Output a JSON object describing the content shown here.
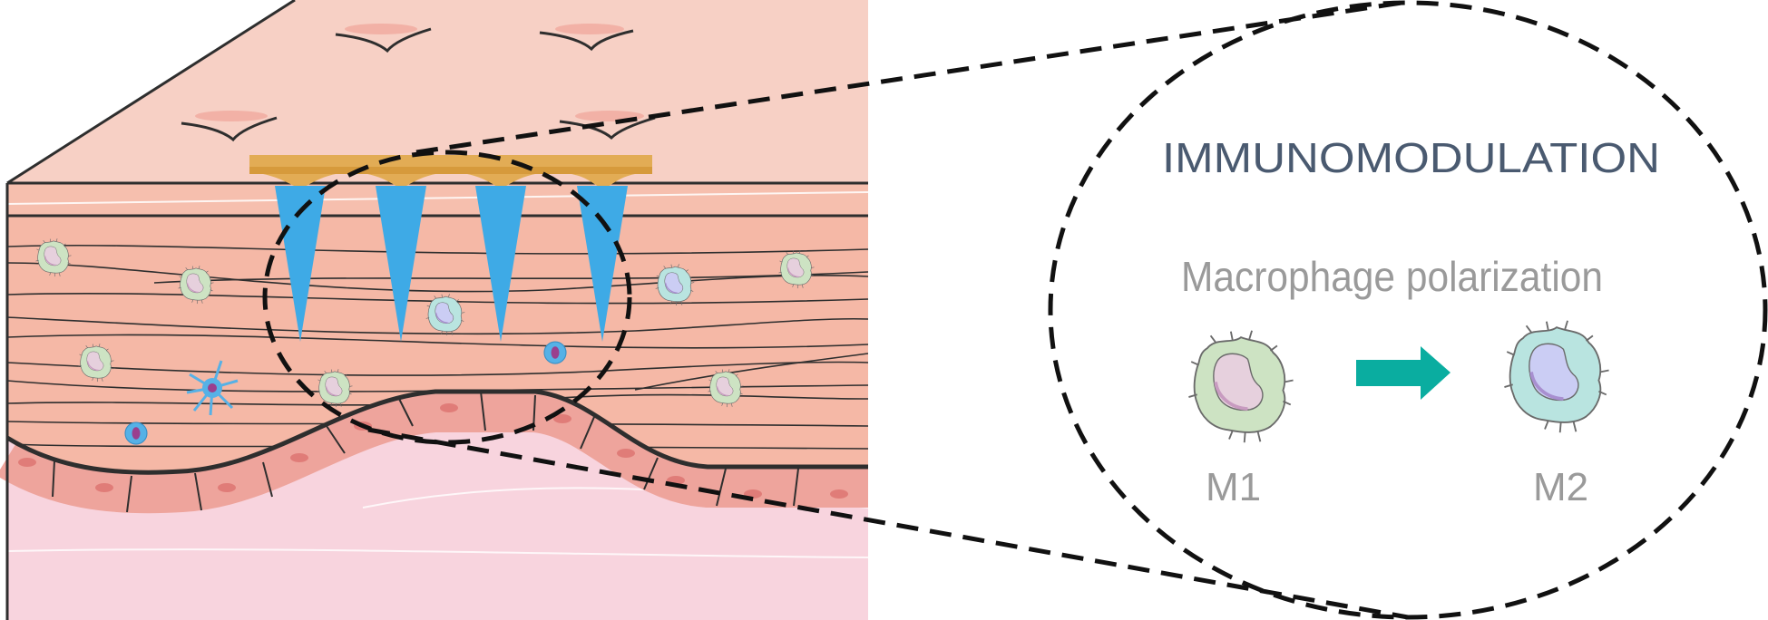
{
  "panel": {
    "title": "IMMUNOMODULATION",
    "subtitle": "Macrophage polarization",
    "from_label": "M1",
    "to_label": "M2"
  },
  "colors": {
    "skin_surface": "#f7d0c5",
    "dermis": "#f5b8a6",
    "epidermal_cells": "#eea49c",
    "hypodermis": "#f8d4de",
    "patch_base": "#e2ac55",
    "microneedle": "#3eaae6",
    "arrow": "#0aada0",
    "m1_cell": "#cde3c3",
    "m2_cell": "#b9e4e0",
    "title_text": "#4a5a70",
    "subtitle_text": "#9a9a9a"
  }
}
